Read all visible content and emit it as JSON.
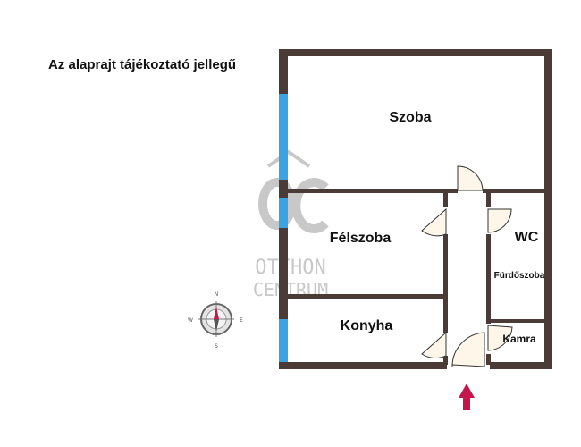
{
  "note": "Az alaprajt tájékoztató jellegű",
  "rooms": {
    "szoba": "Szoba",
    "felszoba": "Félszoba",
    "wc": "WC",
    "furdoszoba": "Fürdőszoba",
    "konyha": "Konyha",
    "kamra": "Kamra"
  },
  "watermark": {
    "line1": "OTTHON",
    "line2": "CENTRUM"
  },
  "compass": {
    "north": "N",
    "east": "E",
    "south": "S",
    "west": "W"
  },
  "colors": {
    "wall": "#4a3b36",
    "window": "#3aa3e3",
    "door_fill": "#fdf6e9",
    "entrance_arrow": "#c6174d",
    "watermark": "#c8c8c8"
  }
}
